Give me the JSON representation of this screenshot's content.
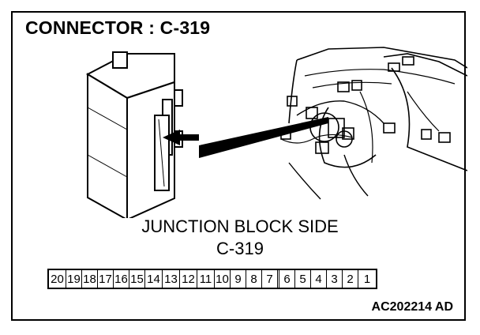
{
  "title": "CONNECTOR : C-319",
  "caption_line1": "JUNCTION BLOCK SIDE",
  "caption_line2": "C-319",
  "figure_code": "AC202214 AD",
  "pins": [
    "20",
    "19",
    "18",
    "17",
    "16",
    "15",
    "14",
    "13",
    "12",
    "11",
    "10",
    "9",
    "8",
    "7",
    "6",
    "5",
    "4",
    "3",
    "2",
    "1"
  ],
  "icons": [
    "junction-block-drawing",
    "arrow-icon",
    "wiring-harness-drawing"
  ]
}
